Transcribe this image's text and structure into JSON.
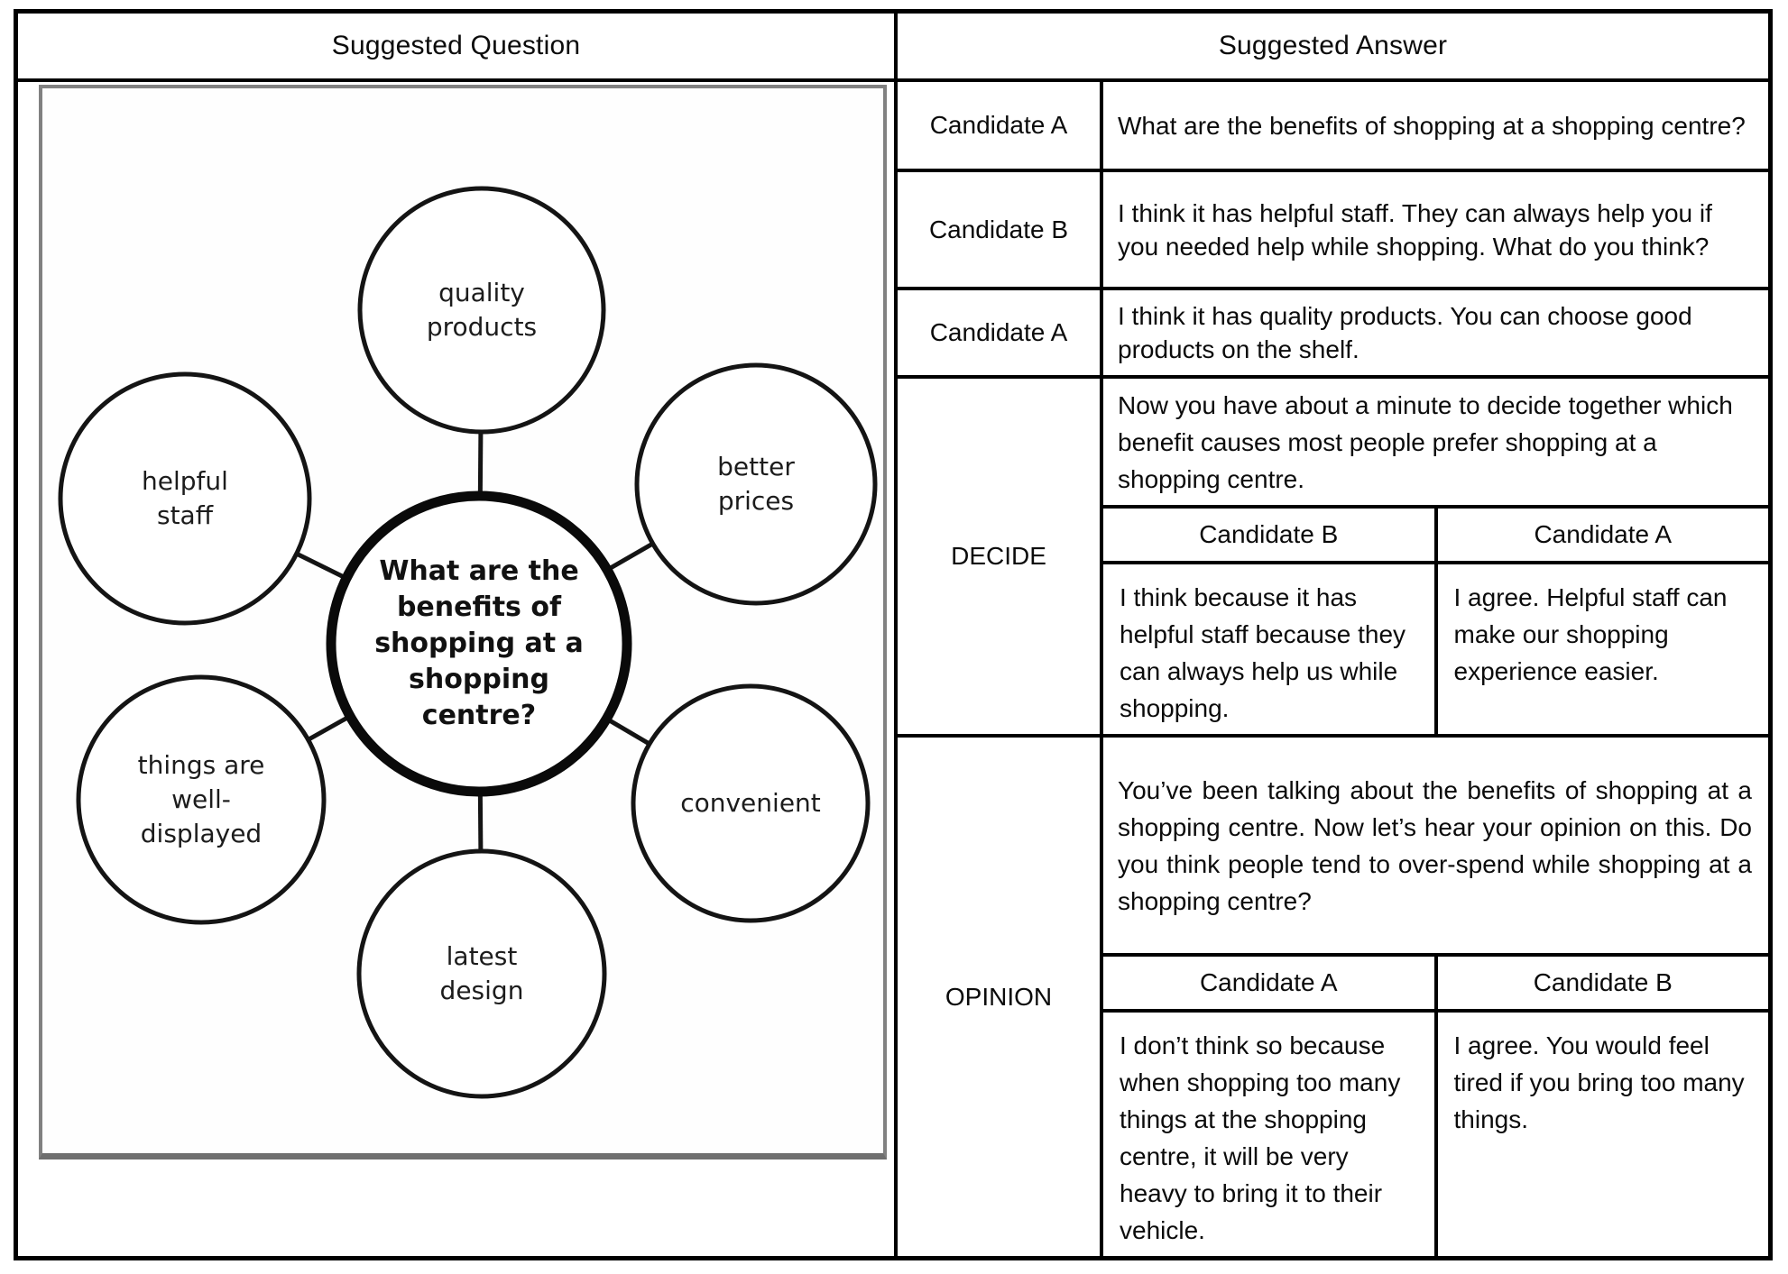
{
  "header": {
    "question_col": "Suggested Question",
    "answer_col": "Suggested Answer"
  },
  "diagram": {
    "center_label": "What are the\nbenefits of\nshopping at a\nshopping\ncentre?",
    "nodes": [
      {
        "label": "quality\nproducts"
      },
      {
        "label": "better\nprices"
      },
      {
        "label": "helpful\nstaff"
      },
      {
        "label": "things are\nwell-\ndisplayed"
      },
      {
        "label": "convenient"
      },
      {
        "label": "latest\ndesign"
      }
    ]
  },
  "dialogue": [
    {
      "speaker": "Candidate A",
      "text": "What are the benefits of shopping at a shopping centre?"
    },
    {
      "speaker": "Candidate B",
      "text": "I think it has helpful staff. They can always help you if you needed help while shopping. What do you think?"
    },
    {
      "speaker": "Candidate A",
      "text": "I think it has quality products. You can choose good products on the shelf."
    }
  ],
  "decide": {
    "label": "DECIDE",
    "intro": "Now you have about a minute to decide together which benefit causes most people prefer shopping at a shopping centre.",
    "col1_header": "Candidate B",
    "col2_header": "Candidate A",
    "col1_text": "I think because it has helpful staff because they can always help us while shopping.",
    "col2_text": "I agree. Helpful staff can make our shopping experience easier."
  },
  "opinion": {
    "label": "OPINION",
    "intro": "You’ve been talking about the benefits of shopping at a shopping centre. Now let’s hear your opinion on this. Do you think people tend to over-spend while shopping at a shopping centre?",
    "col1_header": "Candidate A",
    "col2_header": "Candidate B",
    "col1_text": "I don’t think so because when shopping too many things at the shopping centre, it will be very heavy to bring it to their vehicle.",
    "col2_text": "I agree. You would feel tired if you bring too many things."
  },
  "colors": {
    "border": "#000000",
    "image_frame": "#818181",
    "text": "#0b0b0b"
  }
}
